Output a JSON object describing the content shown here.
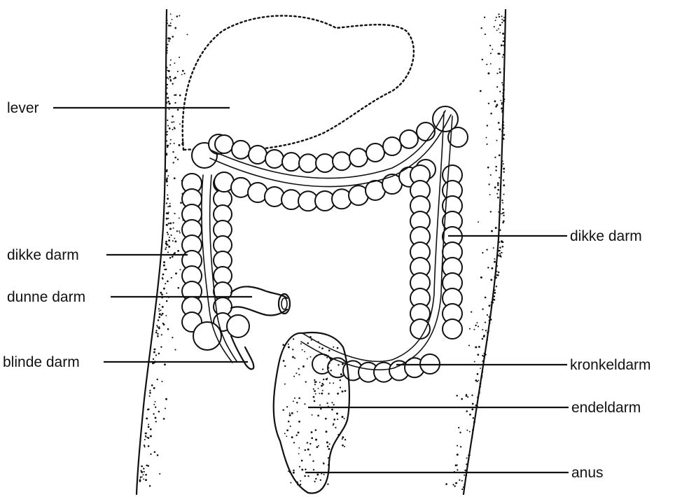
{
  "title": "",
  "labels": {
    "lever": "lever",
    "dikke_darm_left": "dikke darm",
    "dunne_darm": "dunne darm",
    "blinde_darm": "blinde darm",
    "dikke_darm_right": "dikke darm",
    "kronkeldarm": "kronkeldarm",
    "endeldarm": "endeldarm",
    "anus": "anus"
  },
  "colors": {
    "ink": "#111111",
    "background": "#ffffff"
  }
}
